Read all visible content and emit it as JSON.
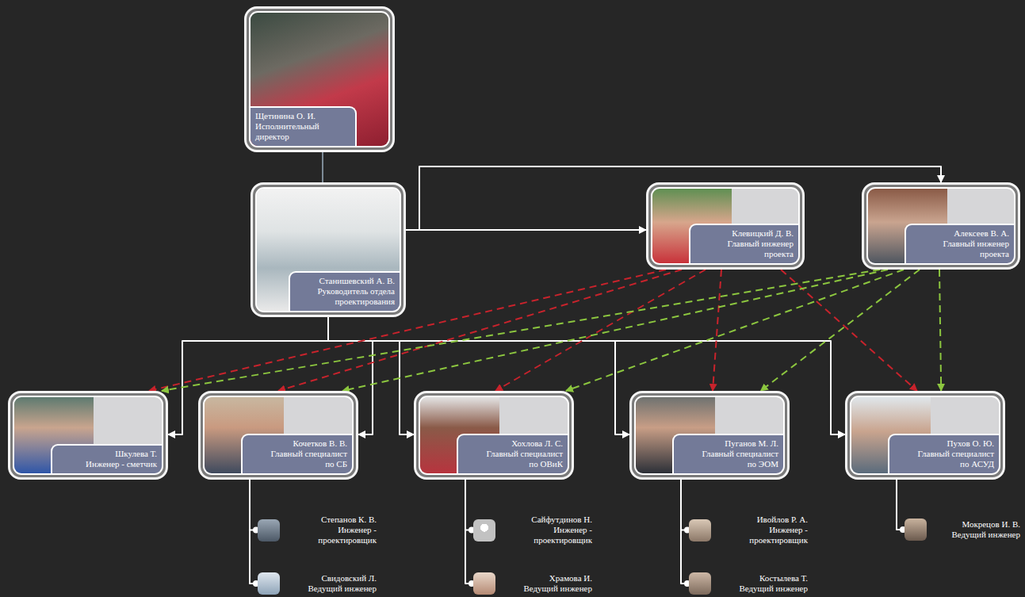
{
  "diagram": {
    "nodes": [
      {
        "text": [
          "Щетинина О. И.",
          "Исполнительный директор"
        ]
      },
      {
        "text": [
          "Станишевский А. В.",
          "Руководитель отдела проектирования"
        ]
      },
      {
        "text": [
          "Клевицкий Д. В.",
          "Главный инженер проекта"
        ]
      },
      {
        "text": [
          "Алексеев В. А.",
          "Главный инженер проекта"
        ]
      },
      {
        "text": [
          "Шкулева Т.",
          "Инженер - сметчик"
        ]
      },
      {
        "text": [
          "Кочетков В. В.",
          "Главный специалист по СБ"
        ]
      },
      {
        "text": [
          "Хохлова Л. С.",
          "Главный специалист по ОВиК"
        ]
      },
      {
        "text": [
          "Пуганов М. Л.",
          "Главный специалист по ЭОМ"
        ]
      },
      {
        "text": [
          "Пухов О. Ю.",
          "Главный специалист по АСУД"
        ]
      },
      {
        "text": [
          "Степанов К. В.",
          "Инженер - проектировщик"
        ]
      },
      {
        "text": [
          "Свидовский Л.",
          "Ведущий инженер"
        ]
      },
      {
        "text": [
          "Сайфутдинов Н.",
          "Инженер - проектировщик"
        ]
      },
      {
        "text": [
          "Храмова И.",
          "Ведущий инженер"
        ]
      },
      {
        "text": [
          "Ивойлов Р. А.",
          "Инженер - проектировщик"
        ]
      },
      {
        "text": [
          "Костылева Т.",
          "Ведущий инженер"
        ]
      },
      {
        "text": [
          "Мокрецов И. В.",
          "Ведущий инженер"
        ]
      }
    ],
    "edges": [
      {
        "from": 0,
        "to": 1,
        "arrow": "none"
      },
      {
        "from": 1,
        "to": 2,
        "arrow": "to"
      },
      {
        "from": 1,
        "to": 3,
        "arrow": "to"
      },
      {
        "from": 1,
        "to": 4,
        "arrow": "to"
      },
      {
        "from": 1,
        "to": 5,
        "arrow": "to"
      },
      {
        "from": 1,
        "to": 6,
        "arrow": "to"
      },
      {
        "from": 1,
        "to": 7,
        "arrow": "to"
      },
      {
        "from": 1,
        "to": 8,
        "arrow": "to"
      },
      {
        "from": 2,
        "to": 4,
        "arrow": "to"
      },
      {
        "from": 2,
        "to": 5,
        "arrow": "to"
      },
      {
        "from": 2,
        "to": 6,
        "arrow": "to"
      },
      {
        "from": 2,
        "to": 7,
        "arrow": "to"
      },
      {
        "from": 2,
        "to": 8,
        "arrow": "to"
      },
      {
        "from": 3,
        "to": 4,
        "arrow": "to"
      },
      {
        "from": 3,
        "to": 5,
        "arrow": "to"
      },
      {
        "from": 3,
        "to": 6,
        "arrow": "to"
      },
      {
        "from": 3,
        "to": 7,
        "arrow": "to"
      },
      {
        "from": 3,
        "to": 8,
        "arrow": "to"
      },
      {
        "from": 5,
        "to": 9,
        "arrow": "none"
      },
      {
        "from": 5,
        "to": 10,
        "arrow": "none"
      },
      {
        "from": 6,
        "to": 11,
        "arrow": "none"
      },
      {
        "from": 6,
        "to": 12,
        "arrow": "none"
      },
      {
        "from": 7,
        "to": 13,
        "arrow": "none"
      },
      {
        "from": 7,
        "to": 14,
        "arrow": "none"
      },
      {
        "from": 8,
        "to": 15,
        "arrow": "none"
      }
    ]
  }
}
